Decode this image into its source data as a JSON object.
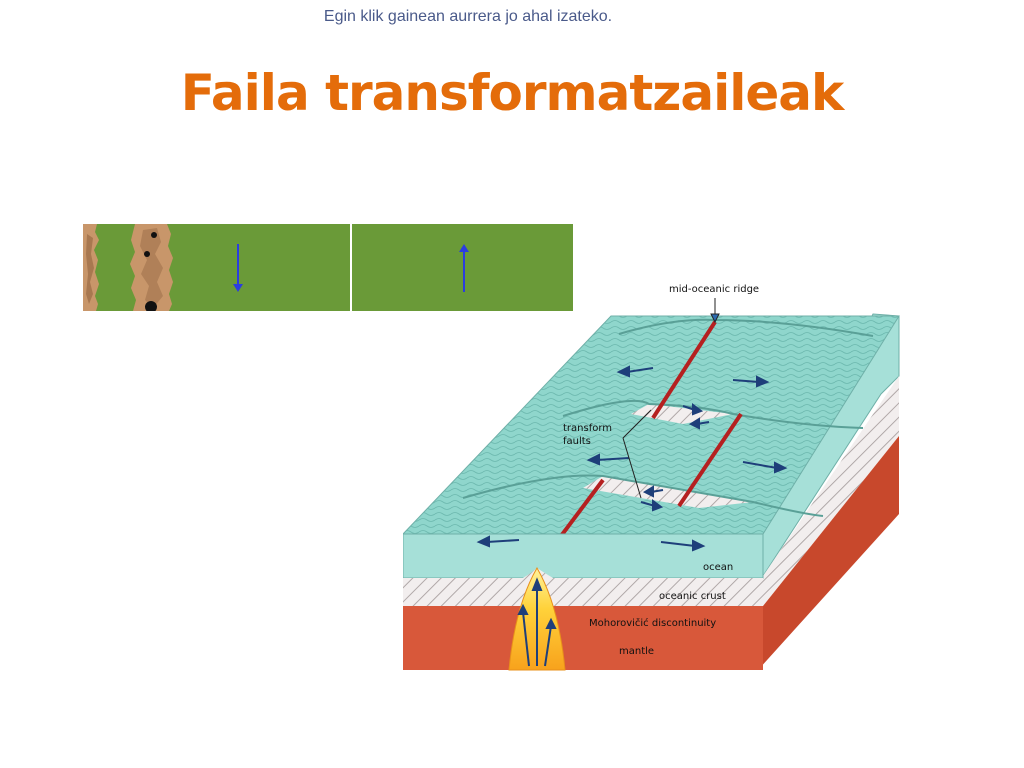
{
  "slide": {
    "hint": "Egin klik gainean aurrera jo ahal izateko.",
    "title": "Faila transformatzaileak"
  },
  "colors": {
    "title": "#e46c0a",
    "hint": "#4a5a8a",
    "plate_green": "#6a9a38",
    "sediment": "#c8966a",
    "arrow_blue": "#2b3de0",
    "ocean": "#8fd6cc",
    "ridge_red": "#b52020",
    "mantle": "#d8583a"
  },
  "diagram": {
    "labels": {
      "ridge": "mid-oceanic ridge",
      "transform": "transform",
      "faults": "faults",
      "ocean": "ocean",
      "crust": "oceanic crust",
      "moho": "Mohorovičić discontinuity",
      "mantle": "mantle"
    }
  }
}
